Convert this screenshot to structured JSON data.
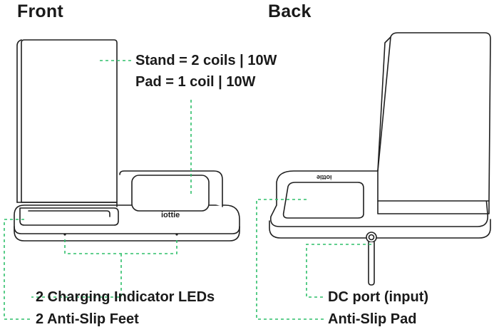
{
  "headings": {
    "front": "Front",
    "back": "Back"
  },
  "front": {
    "stand_spec": "Stand = 2 coils | 10W",
    "pad_spec": "Pad = 1 coil | 10W",
    "brand_logo": "iottie",
    "leds_label": "2 Charging Indicator LEDs",
    "feet_label": "2 Anti-Slip Feet"
  },
  "back": {
    "brand_logo": "iottie",
    "dc_label": "DC port (input)",
    "pad_label": "Anti-Slip Pad"
  },
  "colors": {
    "line": "#1f1f1f",
    "callout": "#2fbf6a",
    "body": "#ffffff"
  }
}
